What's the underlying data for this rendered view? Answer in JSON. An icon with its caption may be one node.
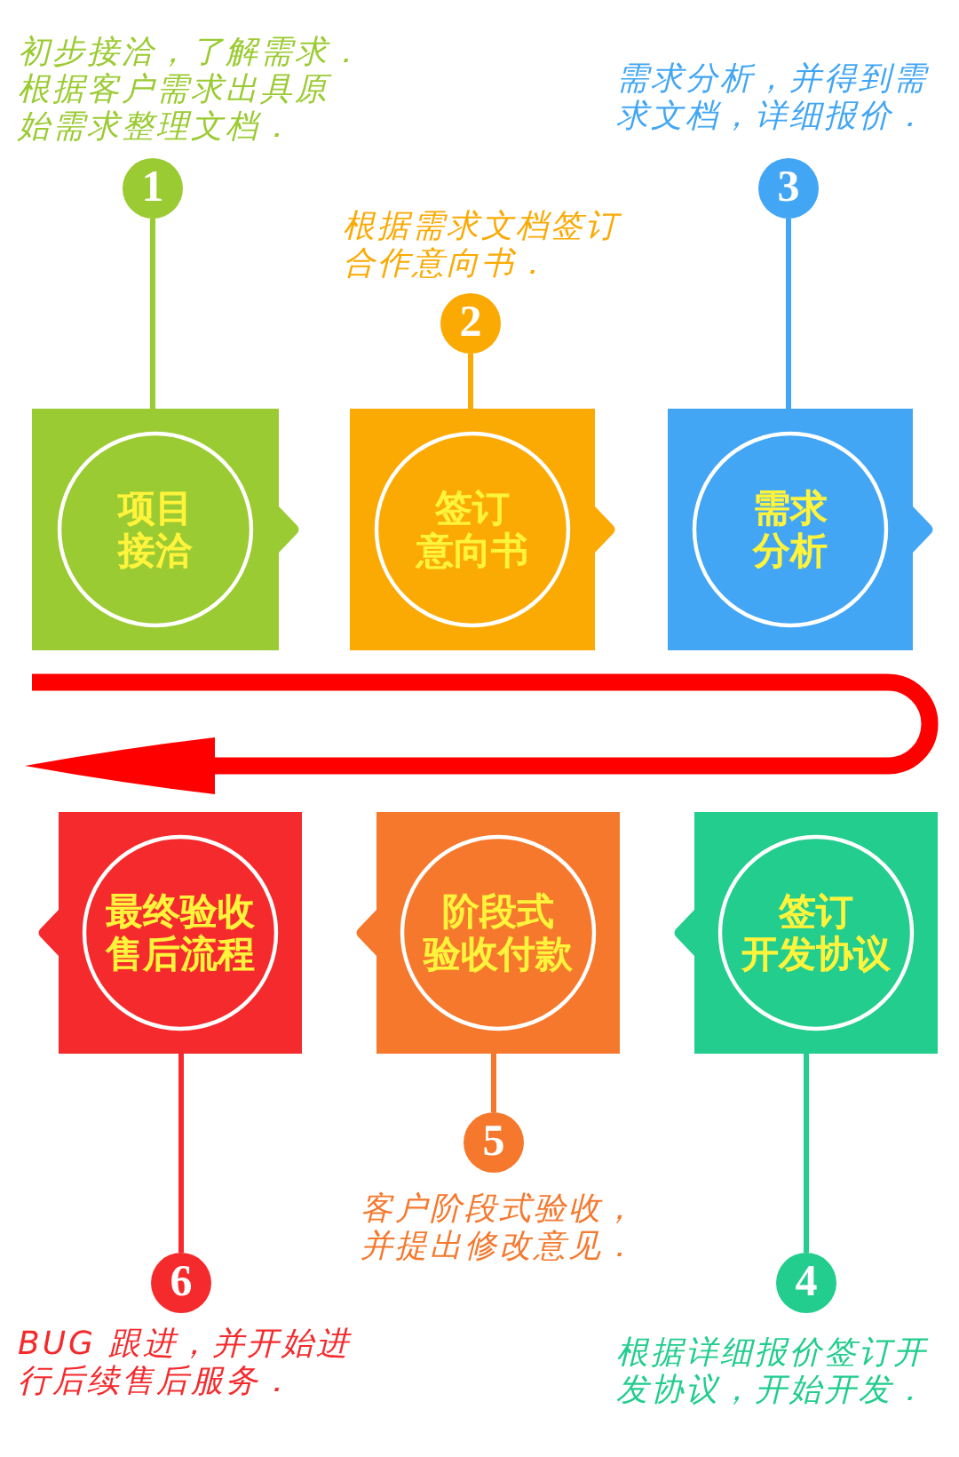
{
  "diagram": {
    "nodes": [
      {
        "text": [
          "1"
        ],
        "beside": [
          "初步接洽，了解需求．",
          "根据客户需求出具原始需求整理文档．"
        ]
      },
      {
        "text": [
          "2"
        ],
        "beside": [
          "根据需求文档签订合作意向书．"
        ]
      },
      {
        "text": [
          "3"
        ],
        "beside": [
          "需求分析，并得到需求文档，详细报价．"
        ]
      },
      {
        "text": [
          "项目",
          "接洽"
        ]
      },
      {
        "text": [
          "签订",
          "意向书"
        ]
      },
      {
        "text": [
          "需求",
          "分析"
        ]
      },
      {
        "text": [
          "最终验收",
          "售后流程"
        ]
      },
      {
        "text": [
          "阶段式",
          "验收付款"
        ]
      },
      {
        "text": [
          "签订",
          "开发协议"
        ]
      },
      {
        "text": [
          "6"
        ],
        "beside": [
          "BUG 跟进，并开始进行后续售后服务．"
        ]
      },
      {
        "text": [
          "5"
        ],
        "beside": [
          "客户阶段式验收，并提出修改意见．"
        ]
      },
      {
        "text": [
          "4"
        ],
        "beside": [
          "根据详细报价签订开发协议，开始开发．"
        ]
      }
    ],
    "edges": [
      {
        "from": 0,
        "to": 3,
        "arrow": "none",
        "color": "#9bcb32"
      },
      {
        "from": 1,
        "to": 4,
        "arrow": "none",
        "color": "#fbaa04"
      },
      {
        "from": 2,
        "to": 5,
        "arrow": "none",
        "color": "#42a6f5"
      },
      {
        "from": 9,
        "to": 6,
        "arrow": "none",
        "color": "#f52a2d"
      },
      {
        "from": 10,
        "to": 7,
        "arrow": "none",
        "color": "#f5782d"
      },
      {
        "from": 11,
        "to": 8,
        "arrow": "none",
        "color": "#22cd8e"
      }
    ]
  }
}
